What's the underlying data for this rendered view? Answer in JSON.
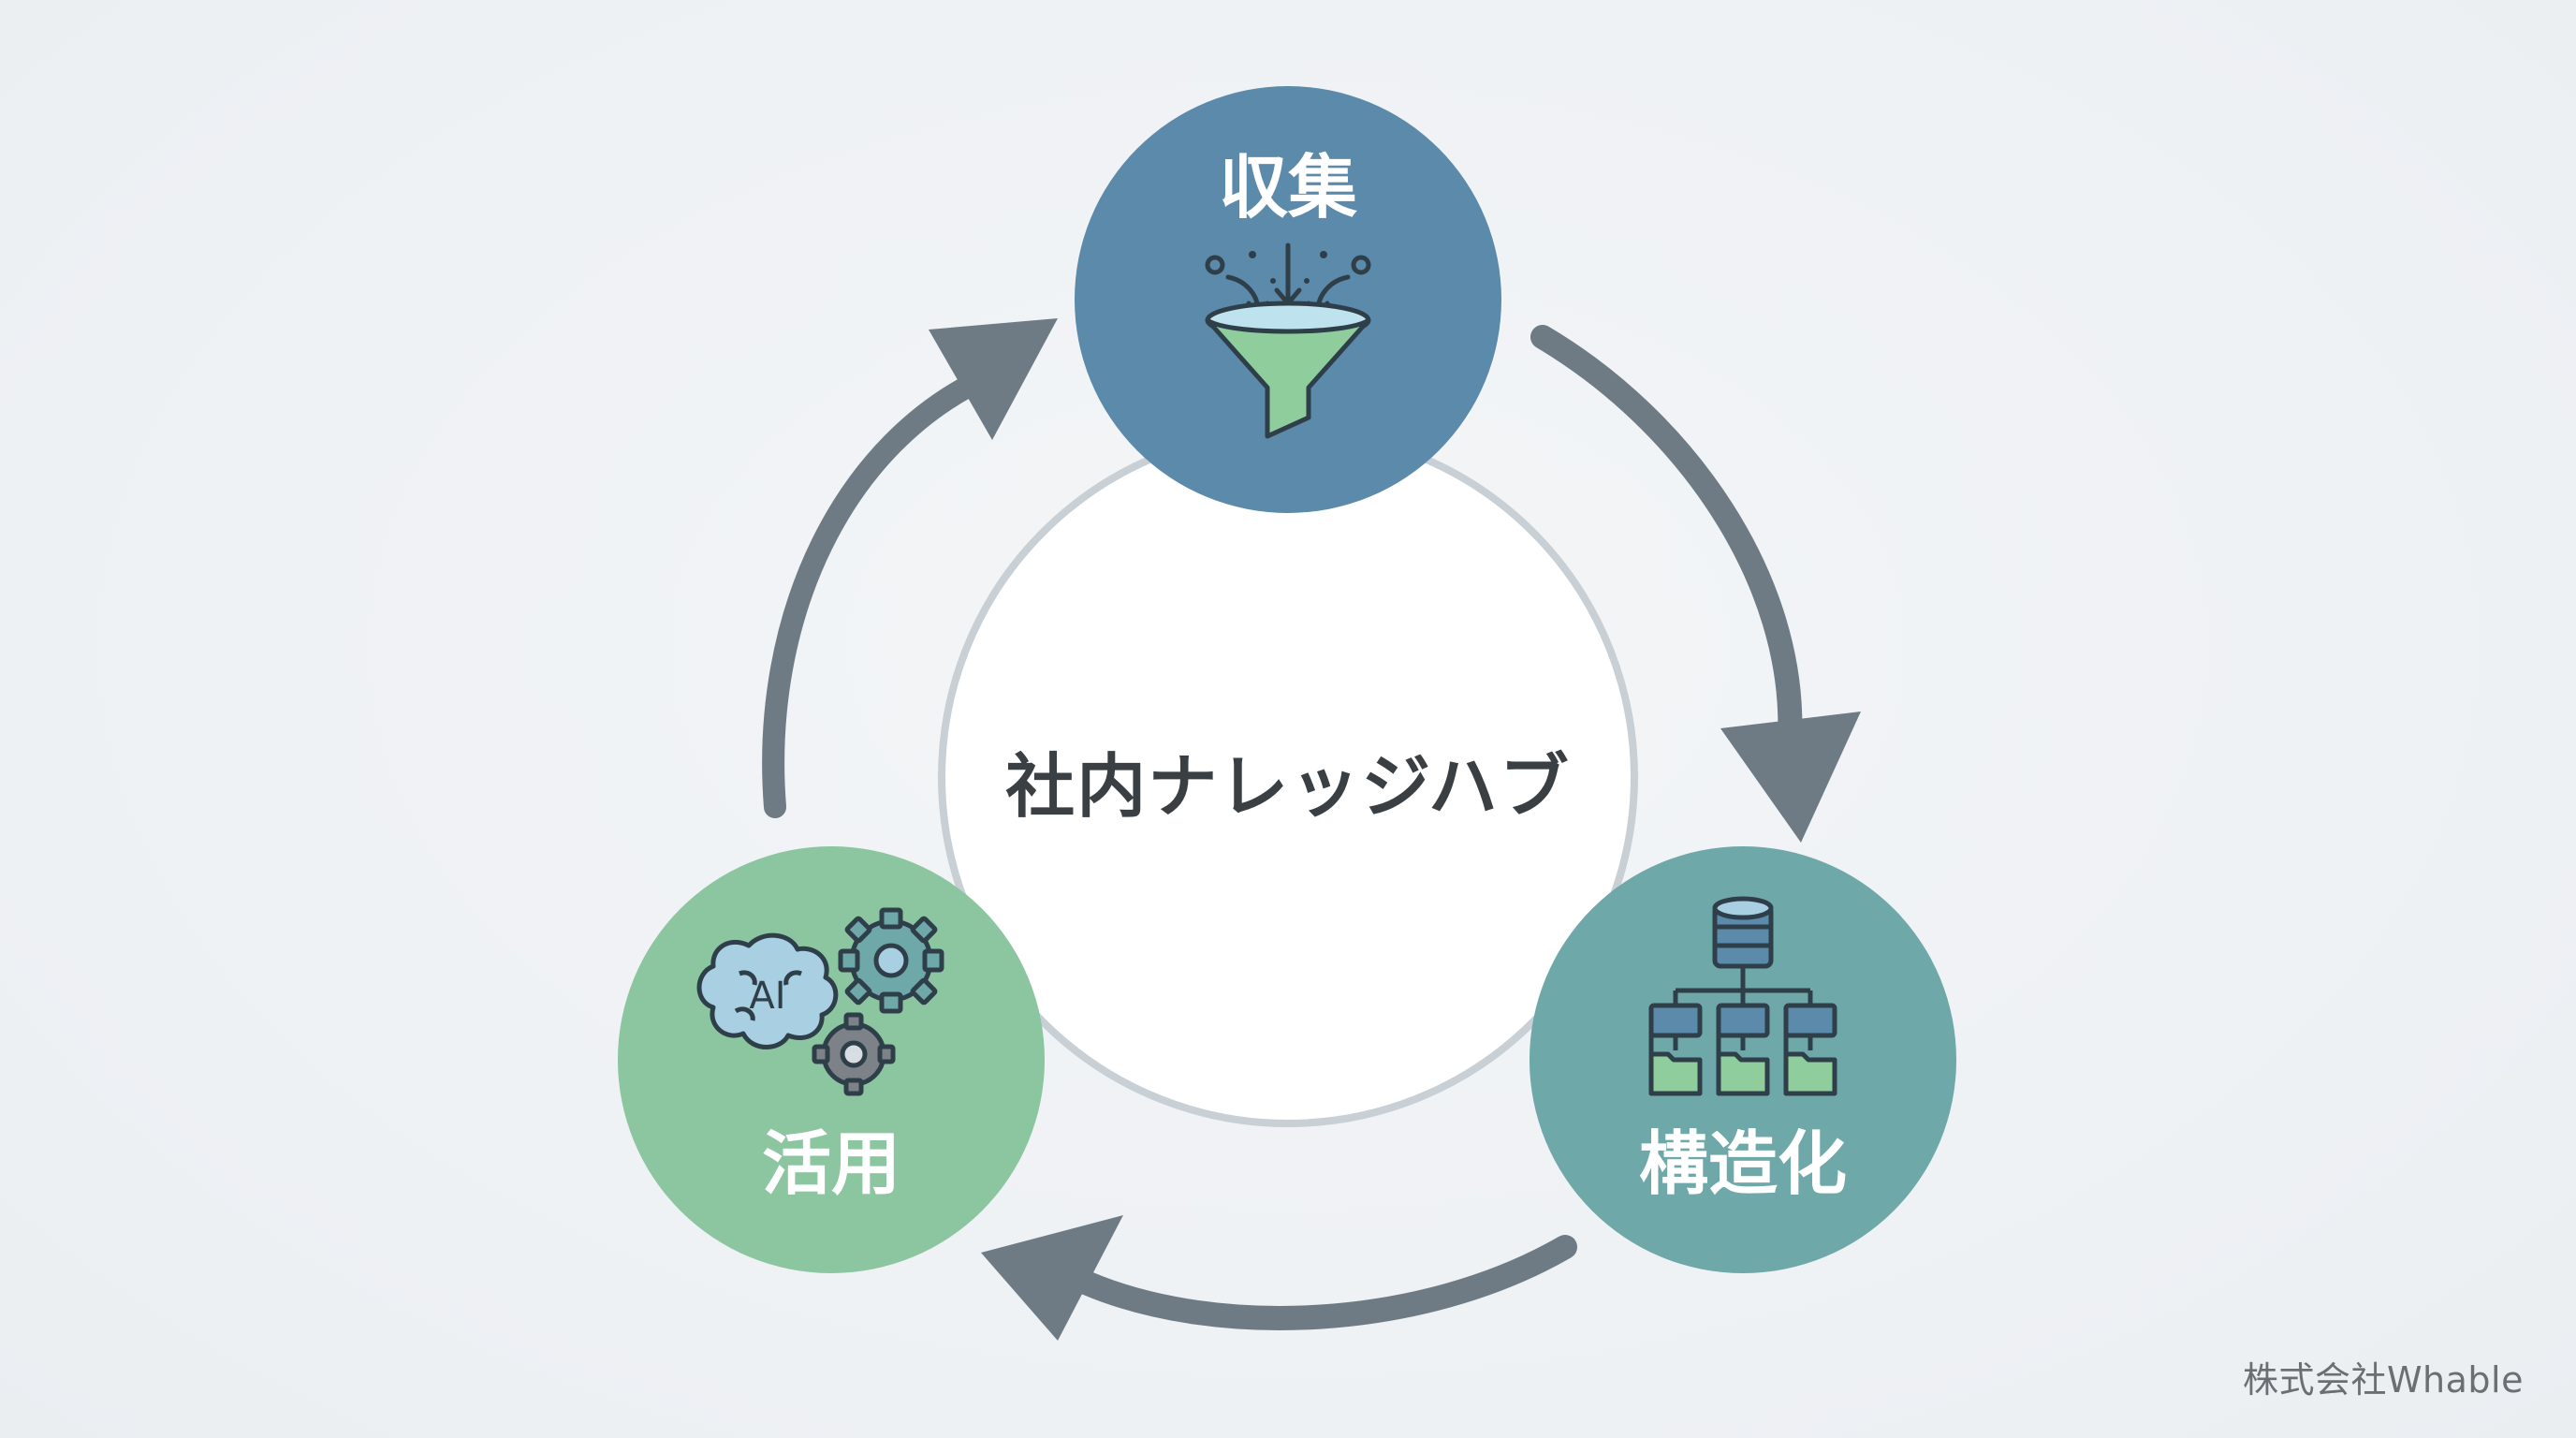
{
  "hub": {
    "label": "社内ナレッジハブ"
  },
  "nodes": {
    "collect": {
      "label": "収集",
      "icon": "funnel-icon",
      "color": "#5b8aab"
    },
    "structure": {
      "label": "構造化",
      "icon": "hierarchy-database-icon",
      "color": "#6ea8a8"
    },
    "utilize": {
      "label": "活用",
      "icon": "ai-brain-gears-icon",
      "icon_text": "AI",
      "color": "#8cc6a0"
    }
  },
  "arrow_color": "#6e7b84",
  "credit": "株式会社Whable"
}
